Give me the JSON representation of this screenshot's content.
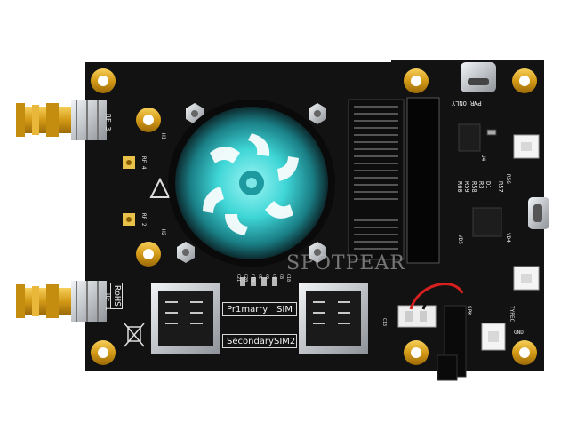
{
  "board_labels": {
    "rf3": "RF 3",
    "rf1": "RF 1",
    "rf4": "RF 4",
    "rf2": "RF 2",
    "h1": "H1",
    "h2": "H2",
    "rohs": "RoHS",
    "pwr_only": "PWR_ONLY",
    "u4": "U4",
    "r56": "R56",
    "d1": "D1",
    "r3": "R3",
    "r57": "R57",
    "r58": "R58",
    "r59": "R59",
    "r60": "R60",
    "vd5": "VD5",
    "vd4": "VD4",
    "c8": "C8",
    "c9": "C9",
    "c6": "C6",
    "c5": "C5",
    "c19": "C19",
    "c20": "C20",
    "c21": "C21",
    "c18": "C18",
    "c13": "C13",
    "spk": "SPK",
    "typec": "TYPEC",
    "gnd": "GND"
  },
  "sim_slots": {
    "primary_label": "Pr1marry",
    "primary_tag": "SIM",
    "secondary_label": "Secondary",
    "secondary_tag": "SIM2"
  },
  "watermark": "SPOTPEAR",
  "colors": {
    "pcb": "#111111",
    "gold": "#d9a520",
    "fan_glow": "#3fd6d6",
    "silver": "#c9cdd1",
    "cable_red": "#d62020"
  }
}
